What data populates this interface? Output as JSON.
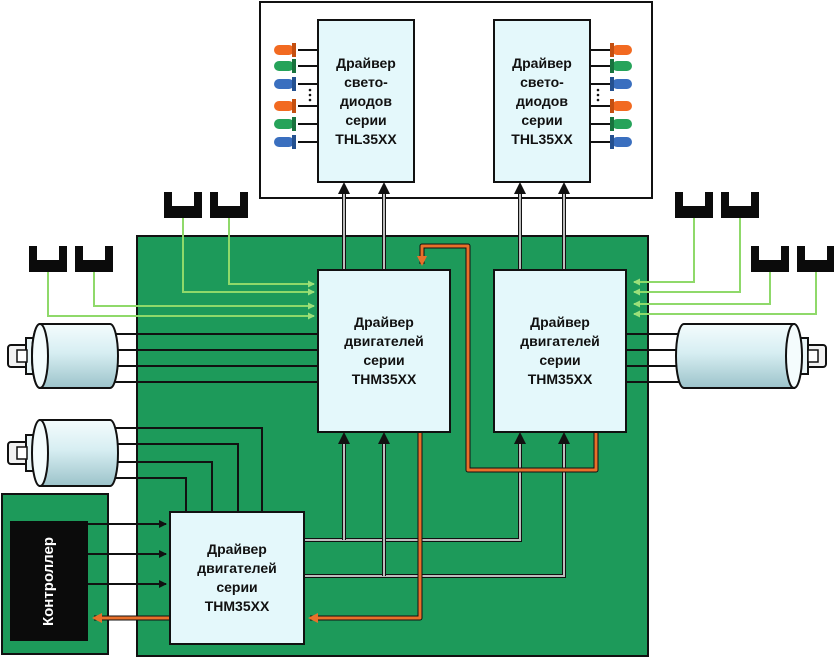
{
  "led_drivers": [
    {
      "lines": [
        "Драйвер",
        "свето-",
        "диодов",
        "серии",
        "THL35XX"
      ]
    },
    {
      "lines": [
        "Драйвер",
        "свето-",
        "диодов",
        "серии",
        "THL35XX"
      ]
    }
  ],
  "motor_drivers": [
    {
      "lines": [
        "Драйвер",
        "двигателей",
        "серии",
        "THM35XX"
      ]
    },
    {
      "lines": [
        "Драйвер",
        "двигателей",
        "серии",
        "THM35XX"
      ]
    },
    {
      "lines": [
        "Драйвер",
        "двигателей",
        "серии",
        "THM35XX"
      ]
    }
  ],
  "controller": {
    "label": "Контроллер"
  },
  "colors": {
    "board": "#1d9a5a",
    "block_fill": "#e4f8fb",
    "controller": "#0b0b0b",
    "signal_green": "#8fd96a",
    "feedback_orange": "#e8702a",
    "led_orange": "#f26a21",
    "led_green": "#26a35a",
    "led_blue": "#3a6fbf",
    "motor_body": "#d8eef2"
  }
}
